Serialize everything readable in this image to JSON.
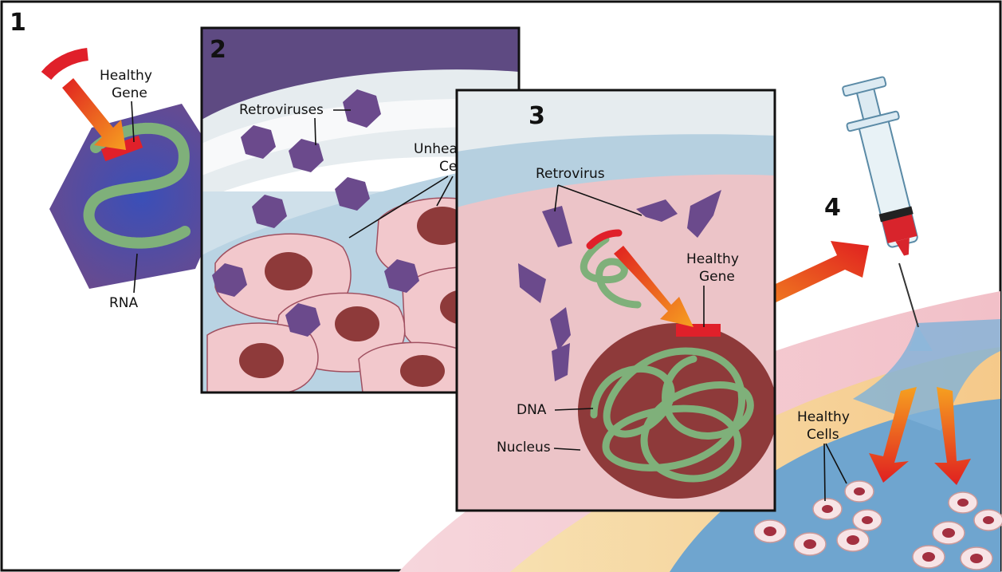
{
  "panels": {
    "p1": {
      "number": "1",
      "healthy_gene_line1": "Healthy",
      "healthy_gene_line2": "Gene",
      "rna": "RNA"
    },
    "p2": {
      "number": "2",
      "retroviruses": "Retroviruses",
      "unhealthy_line1": "Unhealthy",
      "unhealthy_line2": "Cells"
    },
    "p3": {
      "number": "3",
      "retrovirus": "Retrovirus",
      "healthy_gene_line1": "Healthy",
      "healthy_gene_line2": "Gene",
      "dna": "DNA",
      "nucleus": "Nucleus"
    },
    "p4": {
      "number": "4",
      "healthy_cells_line1": "Healthy",
      "healthy_cells_line2": "Cells"
    }
  },
  "colors": {
    "virus_purple": "#6b4a8c",
    "gene_red": "#e0202a",
    "rna_green": "#7fb07a",
    "cell_pink": "#f2c8cc",
    "nucleus_brown": "#8e3a3a",
    "arrow_orange": "#f08a20",
    "fluid_blue": "#5f98c4"
  },
  "icons": [
    "hexagon-virus-icon",
    "syringe-icon",
    "arrow-icon"
  ]
}
